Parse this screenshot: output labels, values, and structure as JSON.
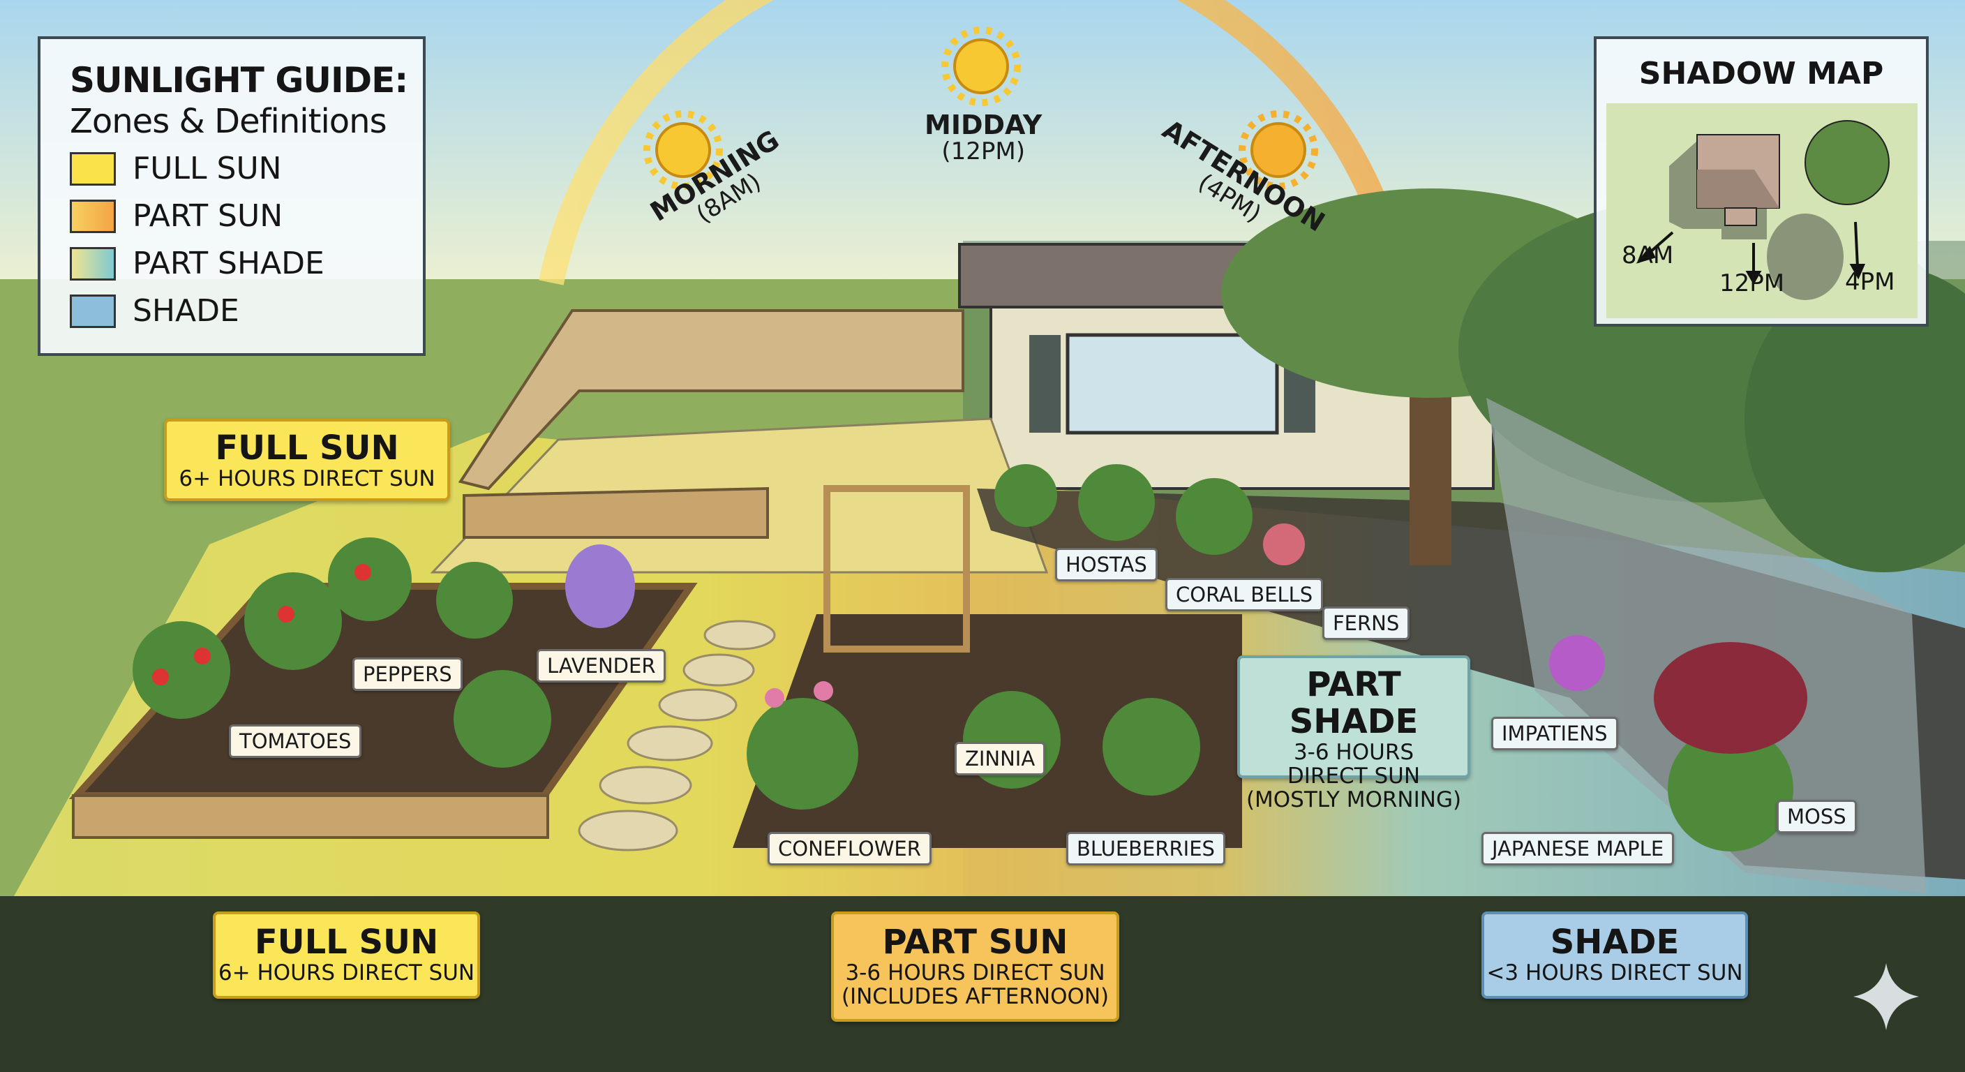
{
  "legend": {
    "title": "SUNLIGHT GUIDE:",
    "subtitle": "Zones & Definitions",
    "items": [
      {
        "label": "FULL SUN",
        "color": "#f9e24a"
      },
      {
        "label": "PART SUN",
        "color": "#f3ae4c"
      },
      {
        "label": "PART SHADE",
        "color": "#8fcbc8"
      },
      {
        "label": "SHADE",
        "color": "#8dbfdc"
      }
    ]
  },
  "sun_path": {
    "morning": {
      "label": "MORNING",
      "time": "(8AM)"
    },
    "midday": {
      "label": "MIDDAY",
      "time": "(12PM)"
    },
    "afternoon": {
      "label": "AFTERNOON",
      "time": "(4PM)"
    }
  },
  "shadow_map": {
    "title": "SHADOW MAP",
    "times": [
      "8AM",
      "12PM",
      "4PM"
    ]
  },
  "zones": {
    "full_sun_upper": {
      "title": "FULL SUN",
      "desc": "6+ HOURS DIRECT SUN"
    },
    "full_sun": {
      "title": "FULL SUN",
      "desc": "6+ HOURS DIRECT SUN"
    },
    "part_sun": {
      "title": "PART SUN",
      "desc": "3-6 HOURS DIRECT SUN",
      "desc2": "(INCLUDES AFTERNOON)"
    },
    "part_shade": {
      "title": "PART SHADE",
      "desc": "3-6 HOURS",
      "desc2": "DIRECT SUN",
      "desc3": "(MOSTLY MORNING)"
    },
    "shade": {
      "title": "SHADE",
      "desc": "<3 HOURS DIRECT SUN"
    }
  },
  "plants": {
    "tomatoes": "TOMATOES",
    "peppers": "PEPPERS",
    "lavender": "LAVENDER",
    "hostas": "HOSTAS",
    "coral_bells": "CORAL BELLS",
    "ferns": "FERNS",
    "coneflower": "CONEFLOWER",
    "zinnia": "ZINNIA",
    "blueberries": "BLUEBERRIES",
    "impatiens": "IMPATIENS",
    "japanese_maple": "JAPANESE MAPLE",
    "moss": "MOSS"
  }
}
